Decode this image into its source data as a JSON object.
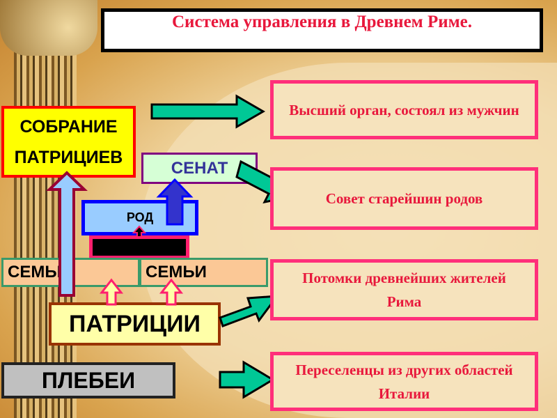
{
  "title": "Система  управления в Древнем Риме.",
  "left": {
    "assembly_line1": "СОБРАНИЕ",
    "assembly_line2": "ПАТРИЦИЕВ",
    "senate": "СЕНАТ",
    "clan": "РОД",
    "families_left": "СЕМЬИ",
    "families_right": "СЕМЬИ",
    "patricians": "ПАТРИЦИИ",
    "plebeians": "ПЛЕБЕИ"
  },
  "right": [
    {
      "text": "Высший орган,    состоял из мужчин"
    },
    {
      "text": "Совет старейшин родов"
    },
    {
      "text": "Потомки древнейших жителей Рима"
    },
    {
      "text": "Переселенцы из других областей Италии"
    }
  ],
  "colors": {
    "teal": "#00c896",
    "pink": "#ff2f7a",
    "red": "#e8183c"
  }
}
